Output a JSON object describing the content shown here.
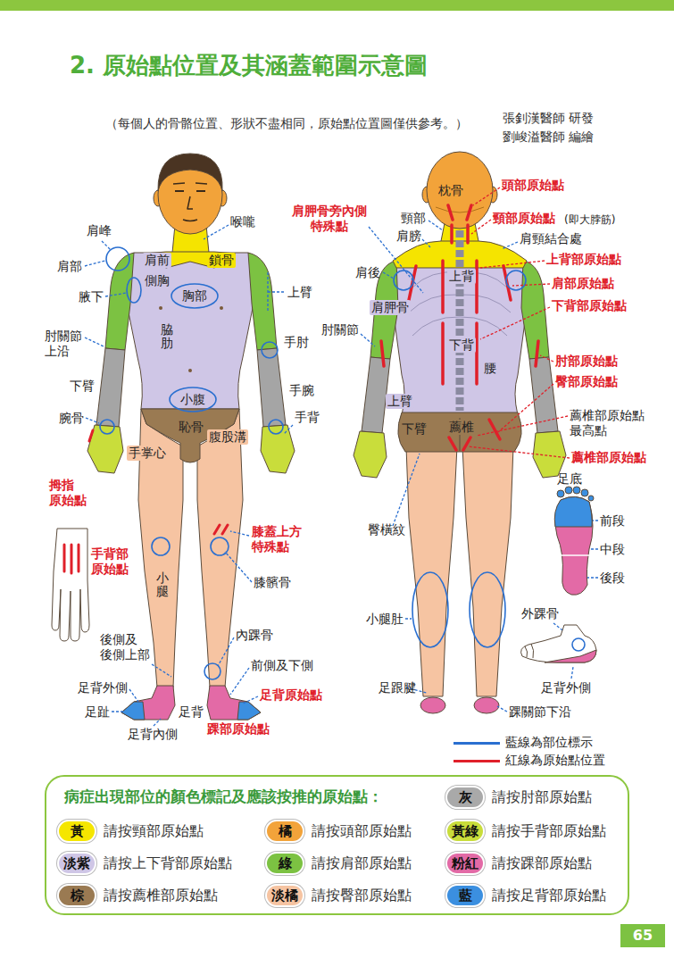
{
  "diagram": {
    "title": "2. 原始點位置及其涵蓋範圍示意圖",
    "nodes": [
      {
        "text": [
          "胸部"
        ]
      },
      {
        "text": [
          "小腹"
        ]
      },
      {
        "text": [
          "病症出現部位的顏色標記及應該按推的原始點："
        ]
      },
      {
        "text": [
          "65"
        ]
      }
    ],
    "labels": [
      "（每個人的骨骼位置、形狀不盡相同，原始點位置圖僅供參考。）",
      "張釗漢醫師 研發",
      "劉峻溢醫師 編繪",
      "肩峰",
      "喉嚨",
      "肩部",
      "肩前",
      "鎖骨",
      "側胸",
      "腋下",
      "上臂",
      "肘關節 上沿",
      "脇肋",
      "手肘",
      "下臂",
      "手腕",
      "腕骨",
      "手背",
      "恥骨",
      "腹股溝",
      "手掌心",
      "拇指 原始點",
      "手背部 原始點",
      "膝蓋上方 特殊點",
      "膝髕骨",
      "小腿",
      "內踝骨",
      "後側及 後側上部",
      "前側及下側",
      "足背外側",
      "足背原始點",
      "足趾",
      "足背",
      "足背內側",
      "踝部原始點",
      "肩胛骨旁內側 特殊點",
      "枕骨",
      "頭部原始點",
      "頸部",
      "頸部原始點",
      "(即大脖筋)",
      "肩膀",
      "肩頸結合處",
      "上背部原始點",
      "肩後",
      "上背",
      "肩部原始點",
      "肩胛骨",
      "下背部原始點",
      "肘關節",
      "下背",
      "肘部原始點",
      "腰",
      "臀部原始點",
      "上臂",
      "薦椎",
      "薦椎部原始點 最高點",
      "下臂",
      "薦椎部原始點",
      "足底",
      "前段",
      "中段",
      "後段",
      "臀橫紋",
      "外踝骨",
      "小腿肚",
      "足跟腱",
      "足背外側",
      "踝關節下沿",
      "灰",
      "黃",
      "橘",
      "黃綠",
      "淡紫",
      "綠",
      "粉紅",
      "棕",
      "淡橘",
      "藍"
    ],
    "legend": [
      {
        "text": "藍線為部位標示"
      },
      {
        "text": "紅線為原始點位置"
      },
      {
        "text": "請按肘部原始點",
        "color": "#a9a9a9"
      },
      {
        "text": "請按頸部原始點",
        "color": "#f5e600"
      },
      {
        "text": "請按頭部原始點",
        "color": "#f2a33a"
      },
      {
        "text": "請按手背部原始點",
        "color": "#c9dd3b"
      },
      {
        "text": "請按上下背部原始點",
        "color": "#cfc6e6"
      },
      {
        "text": "請按肩部原始點",
        "color": "#7cc242"
      },
      {
        "text": "請按踝部原始點",
        "color": "#e36aa6"
      },
      {
        "text": "請按薦椎部原始點",
        "color": "#9a7a52"
      },
      {
        "text": "請按臀部原始點",
        "color": "#f6c4a2"
      },
      {
        "text": "請按足背部原始點",
        "color": "#3b8fe0"
      }
    ]
  }
}
